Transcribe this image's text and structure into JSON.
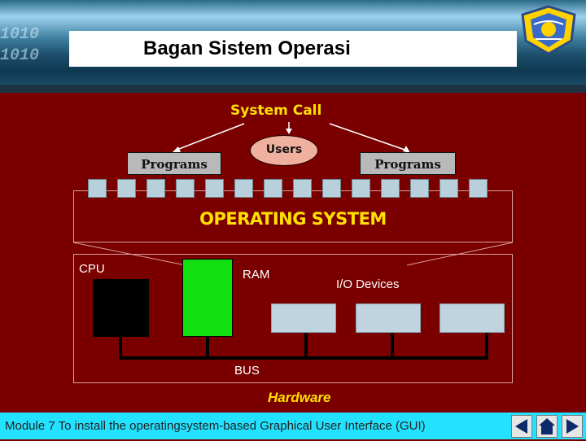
{
  "header": {
    "title": "Bagan Sistem Operasi",
    "binary_lines": [
      "1010",
      "1010"
    ]
  },
  "diagram": {
    "system_call": "System Call",
    "programs_left": "Programs",
    "users": "Users",
    "programs_right": "Programs",
    "operating_system": "OPERATING SYSTEM",
    "cpu": "CPU",
    "ram": "RAM",
    "io_devices": "I/O Devices",
    "bus": "BUS",
    "hardware": "Hardware"
  },
  "footer": {
    "module_text": "Module 7 To install the operatingsystem-based Graphical User Interface (GUI)"
  },
  "colors": {
    "background": "#7a0000",
    "label_yellow": "#ffe000",
    "ram_green": "#10e010",
    "footer_cyan": "#22e2ff"
  },
  "icons": [
    "logo-emblem-icon",
    "back-arrow-icon",
    "home-icon",
    "forward-arrow-icon"
  ]
}
